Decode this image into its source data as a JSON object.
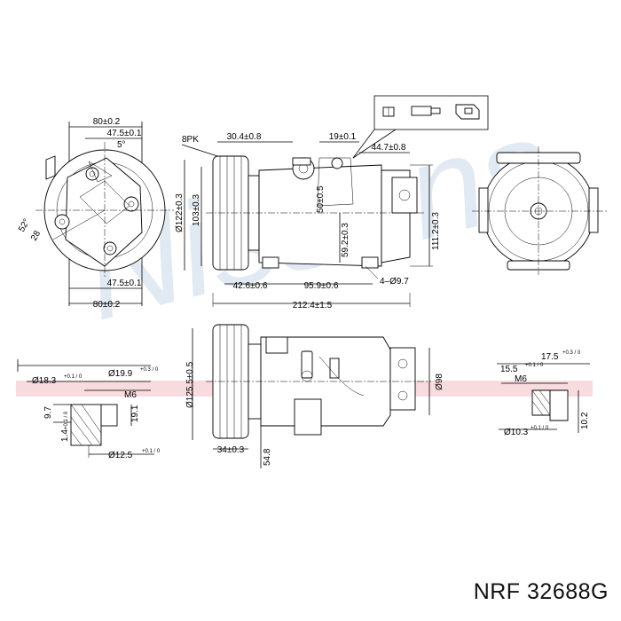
{
  "brand_watermark": "Nissens",
  "footer": {
    "brand": "NRF",
    "part_number": "32688G"
  },
  "dimensions": {
    "front_top_width": "80±0.2",
    "front_top_inner": "47.5±0.1",
    "front_angle": "5°",
    "front_label_a": "28",
    "front_label_b": "52°",
    "front_bottom_inner": "47.5±0.1",
    "front_bottom_width": "80±0.2",
    "pulley_type": "8PK",
    "offset_a": "30.4±0.8",
    "offset_b": "19±0.1",
    "offset_c": "44.7±0.8",
    "dia_pulley": "Ø122±0.3",
    "height_a": "103±0.3",
    "height_b": "50±0.5",
    "height_c": "59.2±0.3",
    "height_d": "111.2±0.3",
    "len_a": "42.6±0.6",
    "len_b": "95.9±0.6",
    "holes": "4–Ø9.7",
    "total_len": "212.4±1.5",
    "dia_a": "Ø18.3",
    "dia_a_tol": "+0.1 / 0",
    "dia_b": "Ø19.9",
    "dia_b_tol": "+0.3 / 0",
    "thread_left": "M6",
    "h_97": "9.7",
    "h_14": "1.4",
    "h_14_tol": "+0.1 / 0",
    "h_191": "19.1",
    "dia_c": "Ø12.5",
    "dia_c_tol": "+0.1 / 0",
    "dia_125": "Ø125.5±0.5",
    "side_a": "34±0.3",
    "side_b": "54.8",
    "dia_98": "Ø98",
    "right_a": "15.5",
    "right_a_tol": "+0.1 / 0",
    "right_b": "17.5",
    "right_b_tol": "+0.3 / 0",
    "thread_right": "M6",
    "dia_d": "Ø10.3",
    "dia_d_tol": "+0.1 / 0",
    "h_102": "10.2"
  }
}
